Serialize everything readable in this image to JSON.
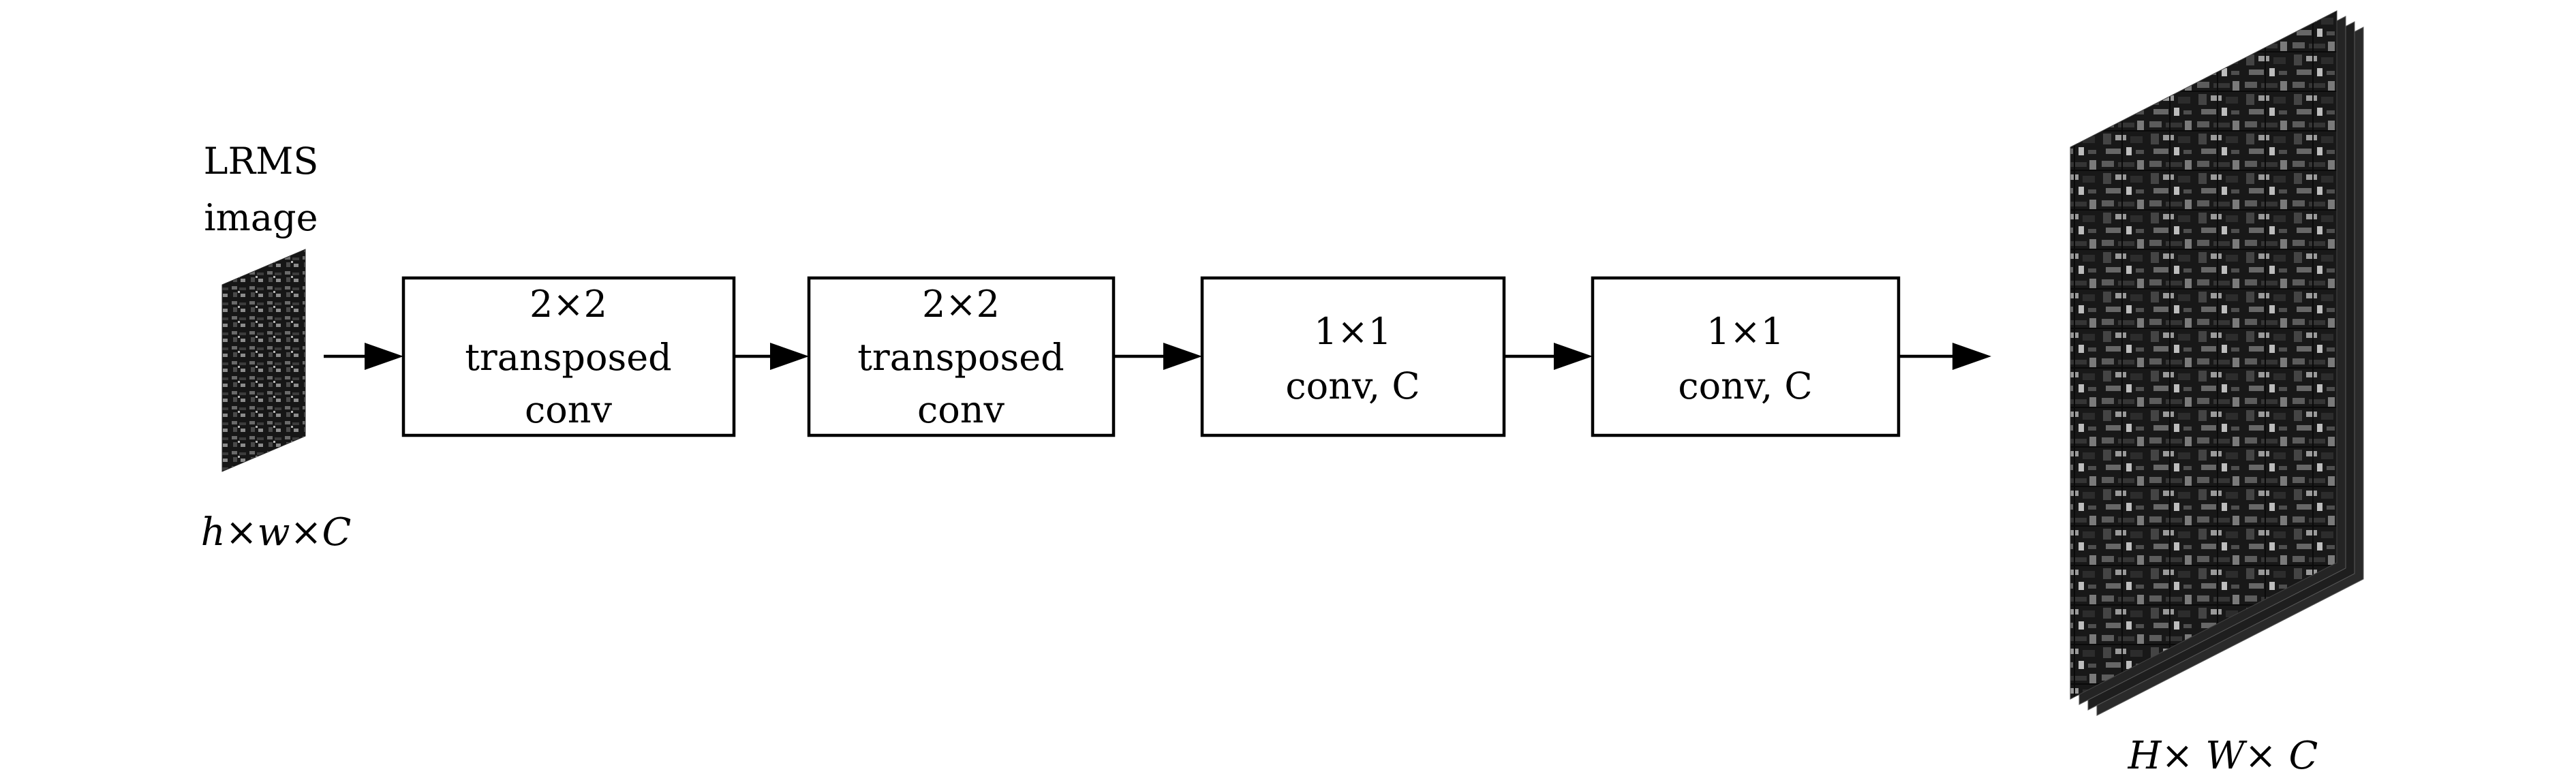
{
  "input": {
    "label_line1": "LRMS",
    "label_line2": "image",
    "dims": "h×w×C"
  },
  "blocks": [
    {
      "id": "b1",
      "line1": "2×2",
      "line2": "transposed",
      "line3": "conv"
    },
    {
      "id": "b2",
      "line1": "2×2",
      "line2": "transposed",
      "line3": "conv"
    },
    {
      "id": "b3",
      "line1": "1×1",
      "line2": "conv, C"
    },
    {
      "id": "b4",
      "line1": "1×1",
      "line2": "conv, C"
    }
  ],
  "output": {
    "dims": "H× W× C"
  },
  "colors": {
    "stroke": "#000000",
    "box_fill": "#ffffff",
    "image_dark": "#1c1c1c"
  }
}
